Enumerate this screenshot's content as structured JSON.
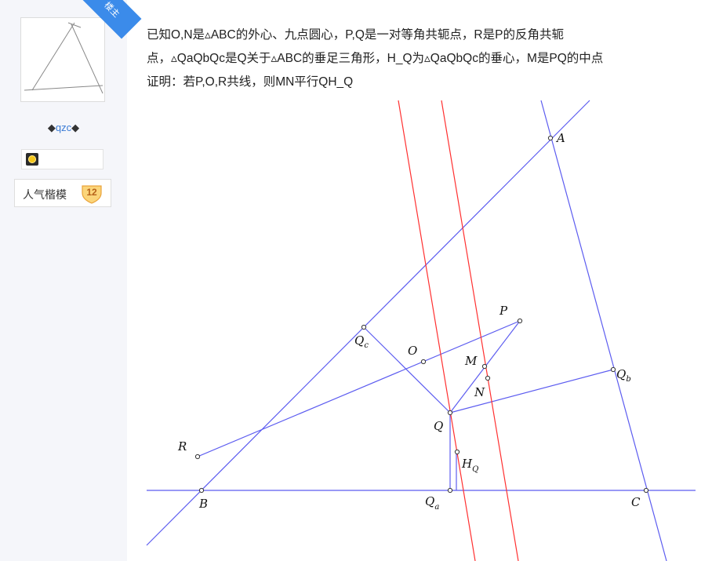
{
  "sidebar": {
    "badge_label": "楼主",
    "username_prefix": "◆",
    "username": "qzc",
    "username_suffix": "◆",
    "medal_icon": "medal-icon",
    "title_label": "人气楷模",
    "level_value": "12"
  },
  "post": {
    "lines": [
      "已知O,N是▵ABC的外心、九点圆心，P,Q是一对等角共轭点，R是P的反角共轭",
      "点，▵QaQbQc是Q关于▵ABC的垂足三角形，H_Q为▵QaQbQc的垂心，M是PQ的中点",
      "证明：若P,O,R共线，则MN平行QH_Q"
    ]
  },
  "figure": {
    "labels": {
      "A": "A",
      "B": "B",
      "C": "C",
      "P": "P",
      "O": "O",
      "M": "M",
      "N": "N",
      "Q": "Q",
      "R": "R",
      "H": "H",
      "H_sub": "Q",
      "Qa": "Q",
      "Qa_sub": "a",
      "Qb": "Q",
      "Qb_sub": "b",
      "Qc": "Q",
      "Qc_sub": "c"
    },
    "colors": {
      "lines": "#5c5cf0",
      "red": "#ff3030",
      "point": "#333333"
    }
  }
}
